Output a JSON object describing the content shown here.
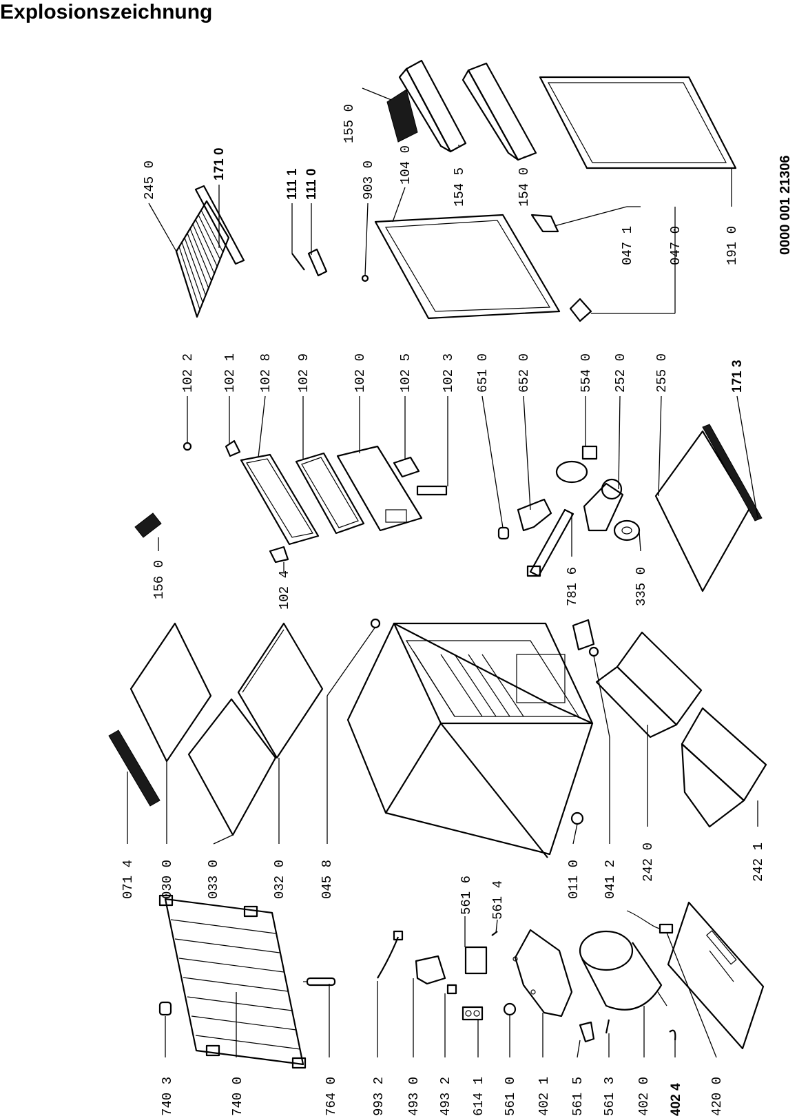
{
  "title": "Explosionszeichnung",
  "document_number": "0000 001 21306",
  "labels": [
    {
      "id": "740-3",
      "text": "740 3",
      "bold": false
    },
    {
      "id": "740-0",
      "text": "740 0",
      "bold": false
    },
    {
      "id": "764-0",
      "text": "764 0",
      "bold": false
    },
    {
      "id": "993-2",
      "text": "993 2",
      "bold": false
    },
    {
      "id": "493-0",
      "text": "493 0",
      "bold": false
    },
    {
      "id": "493-2",
      "text": "493 2",
      "bold": false
    },
    {
      "id": "614-1",
      "text": "614 1",
      "bold": false
    },
    {
      "id": "561-0",
      "text": "561 0",
      "bold": false
    },
    {
      "id": "402-1",
      "text": "402 1",
      "bold": false
    },
    {
      "id": "561-5",
      "text": "561 5",
      "bold": false
    },
    {
      "id": "561-3",
      "text": "561 3",
      "bold": false
    },
    {
      "id": "402-0",
      "text": "402 0",
      "bold": false
    },
    {
      "id": "402-4",
      "text": "402 4",
      "bold": true
    },
    {
      "id": "420-0",
      "text": "420 0",
      "bold": false
    },
    {
      "id": "561-6",
      "text": "561 6",
      "bold": false
    },
    {
      "id": "561-4",
      "text": "561 4",
      "bold": false
    },
    {
      "id": "071-4",
      "text": "071 4",
      "bold": false
    },
    {
      "id": "030-0",
      "text": "030 0",
      "bold": false
    },
    {
      "id": "033-0",
      "text": "033 0",
      "bold": false
    },
    {
      "id": "032-0",
      "text": "032 0",
      "bold": false
    },
    {
      "id": "045-8",
      "text": "045 8",
      "bold": false
    },
    {
      "id": "011-0",
      "text": "011 0",
      "bold": false
    },
    {
      "id": "041-2",
      "text": "041 2",
      "bold": false
    },
    {
      "id": "242-0",
      "text": "242 0",
      "bold": false
    },
    {
      "id": "242-1",
      "text": "242 1",
      "bold": false
    },
    {
      "id": "156-0",
      "text": "156 0",
      "bold": false
    },
    {
      "id": "102-4",
      "text": "102 4",
      "bold": false
    },
    {
      "id": "102-2",
      "text": "102 2",
      "bold": false
    },
    {
      "id": "102-1",
      "text": "102 1",
      "bold": false
    },
    {
      "id": "102-8",
      "text": "102 8",
      "bold": false
    },
    {
      "id": "102-9",
      "text": "102 9",
      "bold": false
    },
    {
      "id": "102-0",
      "text": "102 0",
      "bold": false
    },
    {
      "id": "102-5",
      "text": "102 5",
      "bold": false
    },
    {
      "id": "102-3",
      "text": "102 3",
      "bold": false
    },
    {
      "id": "651-0",
      "text": "651 0",
      "bold": false
    },
    {
      "id": "652-0",
      "text": "652 0",
      "bold": false
    },
    {
      "id": "554-0",
      "text": "554 0",
      "bold": false
    },
    {
      "id": "252-0",
      "text": "252 0",
      "bold": false
    },
    {
      "id": "255-0",
      "text": "255 0",
      "bold": false
    },
    {
      "id": "171-3",
      "text": "171 3",
      "bold": true
    },
    {
      "id": "781-6",
      "text": "781 6",
      "bold": false
    },
    {
      "id": "335-0",
      "text": "335 0",
      "bold": false
    },
    {
      "id": "245-0",
      "text": "245 0",
      "bold": false
    },
    {
      "id": "171-0",
      "text": "171 0",
      "bold": true
    },
    {
      "id": "111-1",
      "text": "111 1",
      "bold": true
    },
    {
      "id": "111-0",
      "text": "111 0",
      "bold": true
    },
    {
      "id": "903-0",
      "text": "903 0",
      "bold": false
    },
    {
      "id": "104-0",
      "text": "104 0",
      "bold": false
    },
    {
      "id": "155-0",
      "text": "155 0",
      "bold": false
    },
    {
      "id": "154-5",
      "text": "154 5",
      "bold": false
    },
    {
      "id": "154-0",
      "text": "154 0",
      "bold": false
    },
    {
      "id": "047-1",
      "text": "047 1",
      "bold": false
    },
    {
      "id": "047-0",
      "text": "047 0",
      "bold": false
    },
    {
      "id": "191-0",
      "text": "191 0",
      "bold": false
    }
  ]
}
